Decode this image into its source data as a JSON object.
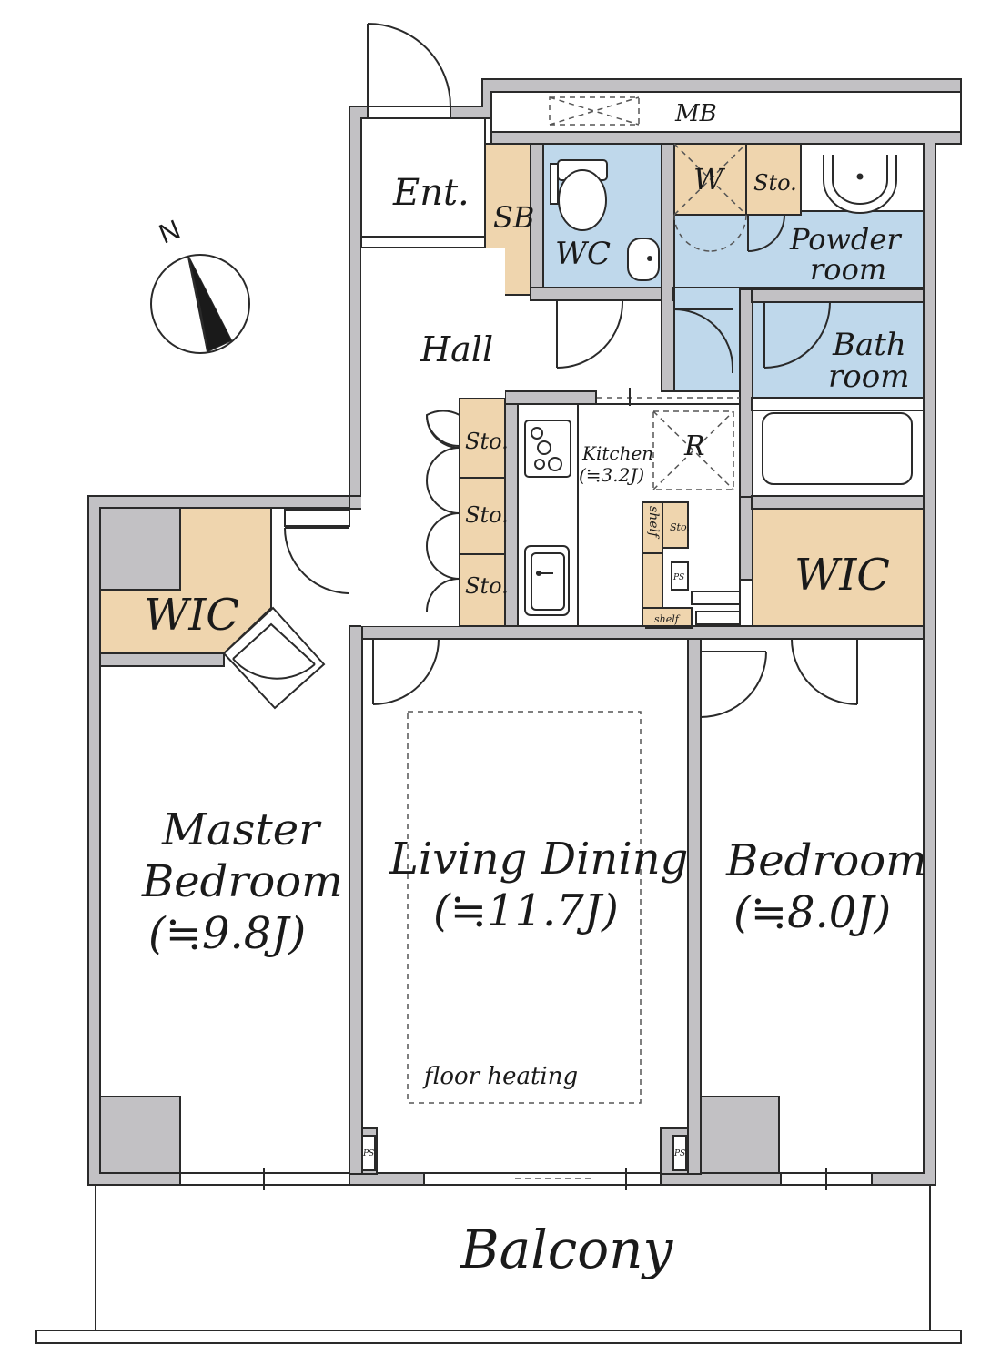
{
  "compass": {
    "north_letter": "N"
  },
  "rooms": {
    "mb": "MB",
    "entrance": "Ent.",
    "shoe_box": "SB",
    "wc": "WC",
    "washer": "W",
    "sto_powder": "Sto.",
    "powder_room_1": "Powder",
    "powder_room_2": "room",
    "bath_room_1": "Bath",
    "bath_room_2": "room",
    "hall": "Hall",
    "hall_sto": [
      "Sto.",
      "Sto.",
      "Sto."
    ],
    "kitchen_1": "Kitchen",
    "kitchen_2": "(≒3.2J)",
    "refrigerator": "R",
    "shelf_1": "shelf",
    "shelf_2": "shelf",
    "kitchen_sto": "Sto.",
    "ps": [
      "PS",
      "PS",
      "PS"
    ],
    "wic_left": "WIC",
    "wic_right": "WIC",
    "master_1": "Master",
    "master_2": "Bedroom",
    "master_3": "(≒9.8J)",
    "living_1": "Living Dining",
    "living_2": "(≒11.7J)",
    "floor_heating": "floor heating",
    "bedroom_1": "Bedroom",
    "bedroom_2": "(≒8.0J)",
    "balcony": "Balcony"
  },
  "colors": {
    "wall": "#c2c1c4",
    "storage": "#efd5ae",
    "wet_area": "#bfd8eb",
    "line": "#2a2a2a"
  }
}
